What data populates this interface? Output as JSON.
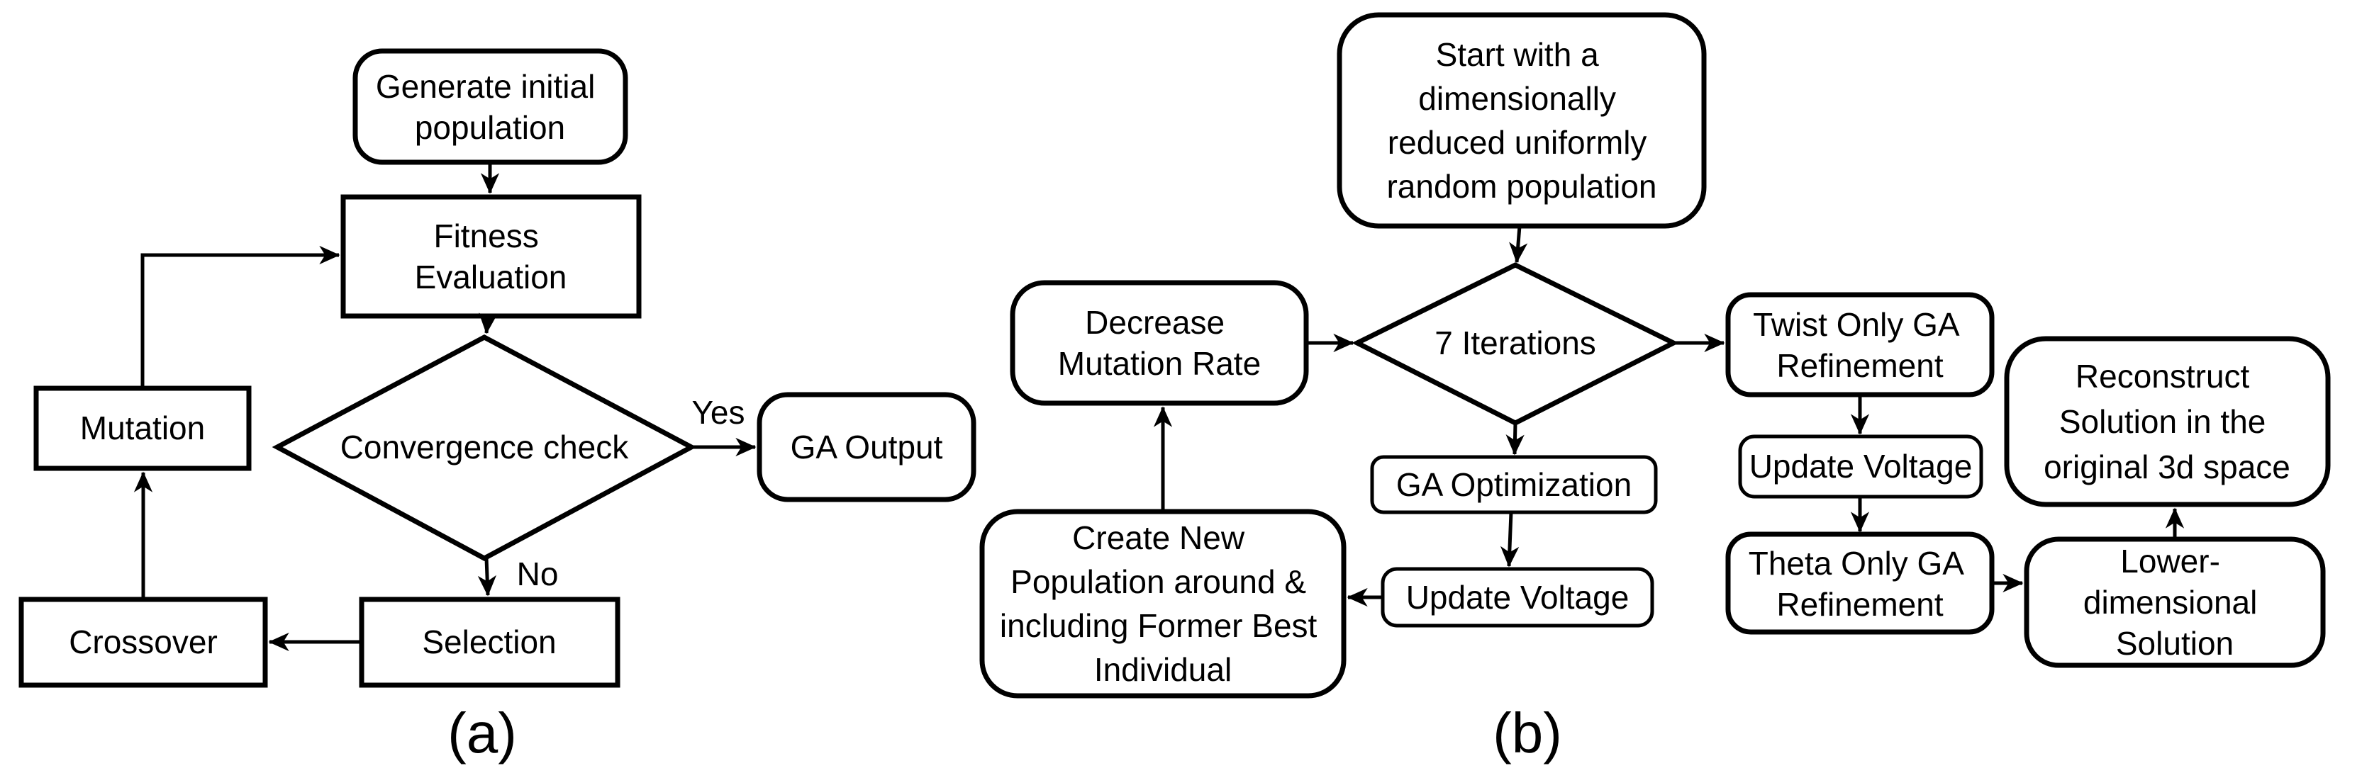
{
  "colors": {
    "stroke": "#000000",
    "background": "#ffffff",
    "text": "#000000"
  },
  "panel_a": {
    "label": "(a)",
    "edge_labels": {
      "yes": "Yes",
      "no": "No"
    },
    "nodes": {
      "generate": {
        "lines": [
          "Generate initial",
          "population"
        ]
      },
      "fitness": {
        "lines": [
          "Fitness",
          "Evaluation"
        ]
      },
      "convergence": {
        "lines": [
          "Convergence check"
        ]
      },
      "ga_output": {
        "lines": [
          "GA Output"
        ]
      },
      "selection": {
        "lines": [
          "Selection"
        ]
      },
      "crossover": {
        "lines": [
          "Crossover"
        ]
      },
      "mutation": {
        "lines": [
          "Mutation"
        ]
      }
    }
  },
  "panel_b": {
    "label": "(b)",
    "nodes": {
      "start": {
        "lines": [
          "Start with a",
          "dimensionally",
          "reduced uniformly",
          "random population"
        ]
      },
      "decrease": {
        "lines": [
          "Decrease",
          "Mutation Rate"
        ]
      },
      "iterations": {
        "lines": [
          "7 Iterations"
        ]
      },
      "twist": {
        "lines": [
          "Twist Only GA",
          "Refinement"
        ]
      },
      "ga_optimization": {
        "lines": [
          "GA Optimization"
        ]
      },
      "update_voltage_left": {
        "lines": [
          "Update Voltage"
        ]
      },
      "create_new": {
        "lines": [
          "Create New",
          "Population around &",
          "including Former Best",
          "Individual"
        ]
      },
      "update_voltage_right": {
        "lines": [
          "Update Voltage"
        ]
      },
      "theta": {
        "lines": [
          "Theta Only GA",
          "Refinement"
        ]
      },
      "reconstruct": {
        "lines": [
          "Reconstruct",
          "Solution in the",
          "original 3d space"
        ]
      },
      "lower_dimensional": {
        "lines": [
          "Lower-",
          "dimensional",
          "Solution"
        ]
      }
    }
  }
}
